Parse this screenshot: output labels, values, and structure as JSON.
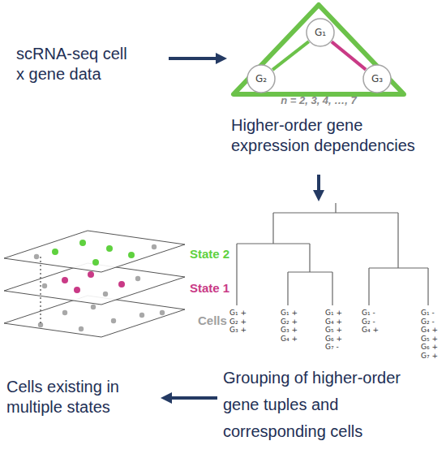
{
  "diagram": {
    "nodes": [
      {
        "text": [
          "scRNA-seq cell x gene data"
        ]
      },
      {
        "text": [
          "n = 2, 3, 4, …, 7",
          "Higher-order gene expression dependencies"
        ]
      },
      {
        "text": [
          "G₁"
        ],
        "in": 1
      },
      {
        "text": [
          "G₂"
        ],
        "in": 1
      },
      {
        "text": [
          "G₃"
        ],
        "in": 1
      },
      {
        "text": [
          "Grouping of higher-order gene tuples and corresponding cells"
        ]
      },
      {
        "text": [
          "Cells existing in multiple states"
        ]
      }
    ],
    "edges": [
      {
        "from": 0,
        "to": 1,
        "arrow": "to"
      },
      {
        "from": 1,
        "to": 5,
        "arrow": "to"
      },
      {
        "from": 5,
        "to": 6,
        "arrow": "to"
      },
      {
        "from": 2,
        "to": 3,
        "arrow": "none"
      },
      {
        "from": 2,
        "to": 4,
        "arrow": "none"
      }
    ],
    "labels": [
      "State 2",
      "State 1",
      "Cells",
      "G₁ + G₂ + G₃ +",
      "G₁ + G₂ + G₃ + G₄ +",
      "G₁ + G₄ + G₅ + G₆ + G₇ -",
      "G₁ - G₂ - G₄ +",
      "G₁ - G₂ - G₄ + G₅ + G₆ + G₇ +"
    ]
  }
}
